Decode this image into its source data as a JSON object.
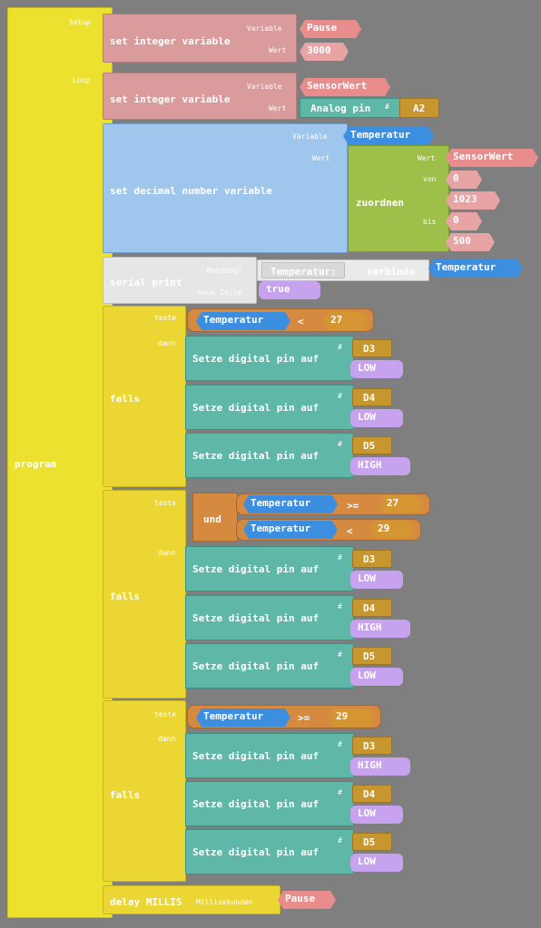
{
  "program": {
    "label": "program",
    "setup_label": "Setup",
    "loop_label": "Loop"
  },
  "setup": {
    "title": "set integer variable",
    "var_label": "Variable",
    "val_label": "Wert",
    "var": "Pause",
    "value": "3000"
  },
  "loop_int": {
    "title": "set integer variable",
    "var_label": "Variable",
    "val_label": "Wert",
    "var": "SensorWert",
    "analog": "Analog pin",
    "hash": "#",
    "pin": "A2"
  },
  "decimal": {
    "title": "set decimal number variable",
    "var_label": "Variable",
    "val_label": "Wert",
    "var": "Temperatur",
    "map": {
      "title": "zuordnen",
      "wert_label": "Wert",
      "von_label": "von",
      "bis_label": "bis",
      "wert": "SensorWert",
      "von1": "0",
      "von2": "1023",
      "bis1": "0",
      "bis2": "500"
    }
  },
  "serial": {
    "title": "serial print",
    "msg_label": "Meldung?",
    "nl_label": "neue Zeile",
    "text": "Temperatur:",
    "join": "verbinde",
    "var": "Temperatur",
    "newline": "true"
  },
  "if1": {
    "title": "falls",
    "test_label": "teste",
    "then_label": "dann",
    "var": "Temperatur",
    "op": "<",
    "num": "27",
    "rows": [
      {
        "label": "Setze digital pin auf",
        "hash": "#",
        "pin": "D3",
        "state": "LOW"
      },
      {
        "label": "Setze digital pin auf",
        "hash": "#",
        "pin": "D4",
        "state": "LOW"
      },
      {
        "label": "Setze digital pin auf",
        "hash": "#",
        "pin": "D5",
        "state": "HIGH"
      }
    ]
  },
  "if2": {
    "title": "falls",
    "test_label": "teste",
    "then_label": "dann",
    "and": "und",
    "var1": "Temperatur",
    "op1": ">=",
    "num1": "27",
    "var2": "Temperatur",
    "op2": "<",
    "num2": "29",
    "rows": [
      {
        "label": "Setze digital pin auf",
        "hash": "#",
        "pin": "D3",
        "state": "LOW"
      },
      {
        "label": "Setze digital pin auf",
        "hash": "#",
        "pin": "D4",
        "state": "HIGH"
      },
      {
        "label": "Setze digital pin auf",
        "hash": "#",
        "pin": "D5",
        "state": "LOW"
      }
    ]
  },
  "if3": {
    "title": "falls",
    "test_label": "teste",
    "then_label": "dann",
    "var": "Temperatur",
    "op": ">=",
    "num": "29",
    "rows": [
      {
        "label": "Setze digital pin auf",
        "hash": "#",
        "pin": "D3",
        "state": "HIGH"
      },
      {
        "label": "Setze digital pin auf",
        "hash": "#",
        "pin": "D4",
        "state": "LOW"
      },
      {
        "label": "Setze digital pin auf",
        "hash": "#",
        "pin": "D5",
        "state": "LOW"
      }
    ]
  },
  "delay": {
    "title": "delay MILLIS",
    "ms_label": "Millisekunden",
    "var": "Pause"
  }
}
